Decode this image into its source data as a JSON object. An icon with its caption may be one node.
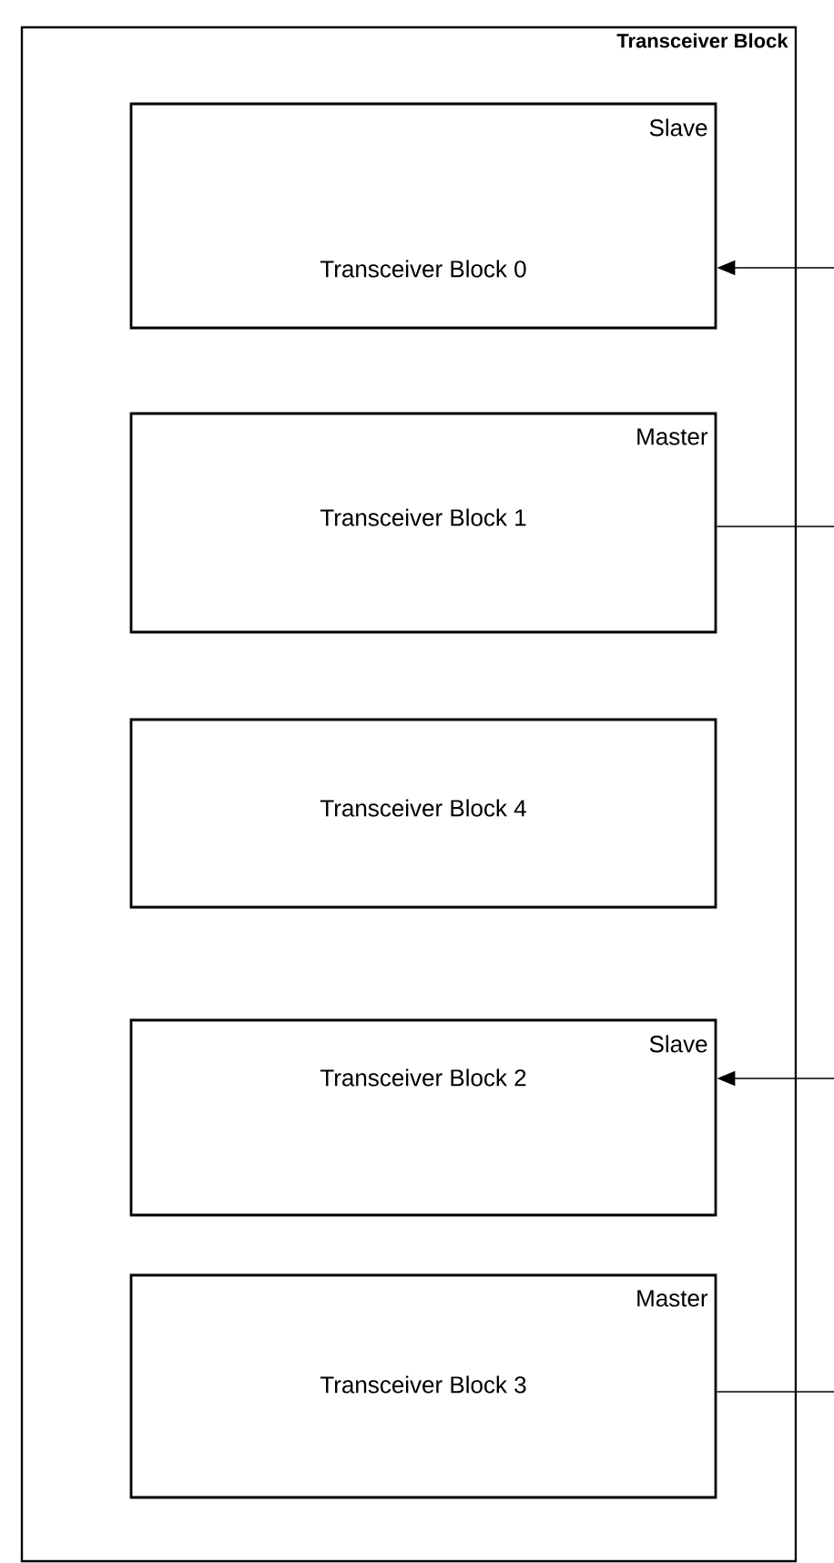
{
  "diagram": {
    "nodes": [
      {
        "text": [
          "Transceiver Block"
        ]
      },
      {
        "text": [
          "Transceiver Block 0",
          "Slave"
        ],
        "in": 0
      },
      {
        "text": [
          "Transceiver Block 1",
          "Master"
        ],
        "in": 0
      },
      {
        "text": [
          "Transceiver Block 4"
        ],
        "in": 0
      },
      {
        "text": [
          "Transceiver Block 2",
          "Slave"
        ],
        "in": 0
      },
      {
        "text": [
          "Transceiver Block 3",
          "Master"
        ],
        "in": 0
      }
    ],
    "edges": [
      {
        "from": null,
        "to": 1,
        "arrow": "to"
      },
      {
        "from": 2,
        "to": null,
        "arrow": "none"
      },
      {
        "from": null,
        "to": 4,
        "arrow": "to"
      },
      {
        "from": 5,
        "to": null,
        "arrow": "none"
      }
    ]
  }
}
